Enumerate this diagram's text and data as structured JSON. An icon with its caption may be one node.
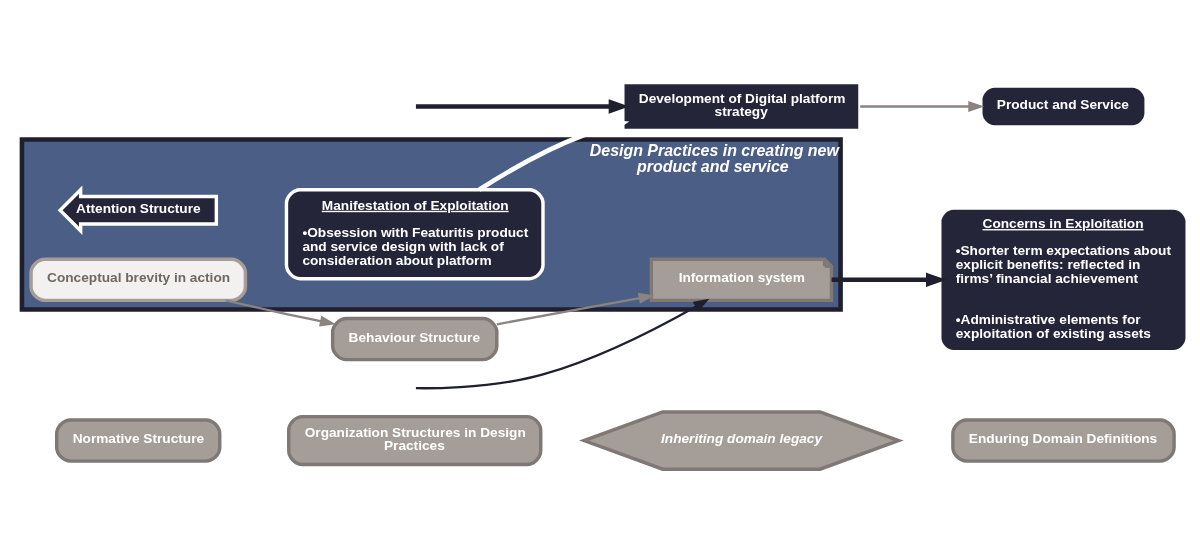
{
  "diagram": {
    "nodes": [
      {
        "text": [
          "Organization Structures in Design Practices"
        ]
      },
      {
        "text": [
          "Normative Structure"
        ]
      },
      {
        "text": [
          "Behaviour Structure"
        ]
      },
      {
        "text": [
          "Inheriting domain legacy"
        ]
      },
      {
        "text": [
          "Enduring Domain Definitions"
        ]
      },
      {
        "text": [
          "Design Practices in creating new product and service"
        ]
      },
      {
        "text": [
          "Conceptual brevity in action"
        ],
        "in": 5
      },
      {
        "text": [
          "Information system"
        ],
        "in": 5
      },
      {
        "text": [
          "Attention Structure"
        ],
        "in": 5
      },
      {
        "text": [
          "Manifestation of Exploitation",
          "•Obsession with Featuritis product and service design with lack of consideration about platform"
        ],
        "in": 5
      },
      {
        "text": [
          "Concerns in Exploitation",
          "•Shorter term expectations about explicit benefits: reflected in firms’ financial achievement",
          "•Administrative elements for exploitation of existing assets"
        ]
      },
      {
        "text": [
          "Development of Digital platform strategy"
        ]
      },
      {
        "text": [
          "Product and Service"
        ]
      }
    ],
    "edges": [
      {
        "from": 2,
        "to": 7,
        "arrow": "to",
        "color": "#8a837f"
      },
      {
        "from": 6,
        "to": 2,
        "arrow": "to",
        "color": "#8a837f"
      },
      {
        "from": null,
        "to": 7,
        "arrow": "to",
        "color": "#1f1f2e"
      },
      {
        "from": 7,
        "to": 10,
        "arrow": "to",
        "style": "thick",
        "color": "#1f1f2e"
      },
      {
        "from": 9,
        "to": 11,
        "arrow": "to",
        "color": "#ffffff",
        "style": "thick"
      },
      {
        "from": 11,
        "to": 12,
        "arrow": "to",
        "color": "#8a837f"
      },
      {
        "from": null,
        "to": 11,
        "arrow": "to",
        "style": "thick",
        "color": "#1f1f2e"
      }
    ]
  }
}
